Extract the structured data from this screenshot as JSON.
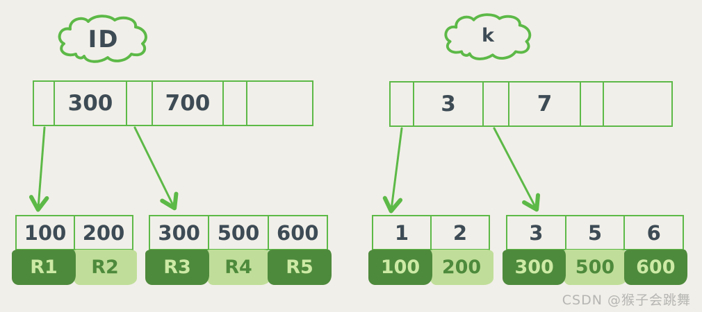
{
  "colors": {
    "bg": "#f1efe9",
    "line": "#5cb947",
    "ink": "#3d4b55",
    "dark_fill": "#4e8a3c",
    "light_fill": "#c0de99",
    "text_on_dark": "#cdeaa5",
    "text_on_light": "#4e8a3c",
    "watermark": "#b5b5b3"
  },
  "left_tree": {
    "cloud_label": "ID",
    "root_cells": [
      "",
      "300",
      "",
      "700",
      "",
      ""
    ],
    "leaves": [
      {
        "keys": [
          "100",
          "200"
        ],
        "records": [
          "R1",
          "R2"
        ]
      },
      {
        "keys": [
          "300",
          "500",
          "600"
        ],
        "records": [
          "R3",
          "R4",
          "R5"
        ]
      }
    ]
  },
  "right_tree": {
    "cloud_label": "k",
    "root_cells": [
      "",
      "3",
      "",
      "7",
      "",
      ""
    ],
    "leaves": [
      {
        "keys": [
          "1",
          "2"
        ],
        "records": [
          "100",
          "200"
        ]
      },
      {
        "keys": [
          "3",
          "5",
          "6"
        ],
        "records": [
          "300",
          "500",
          "600"
        ]
      }
    ]
  },
  "watermark": "CSDN @猴子会跳舞"
}
